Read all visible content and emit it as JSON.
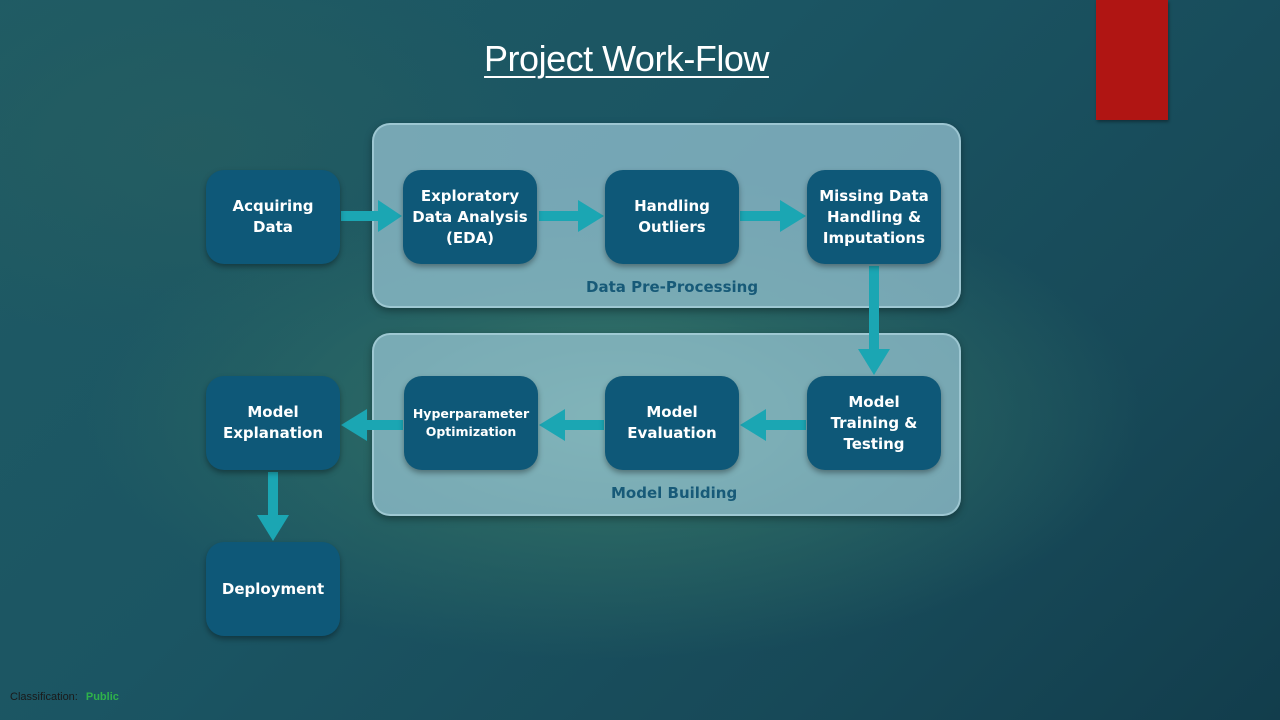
{
  "slide": {
    "title": "Project Work-Flow"
  },
  "groups": {
    "preprocessing": "Data Pre-Processing",
    "model_building": "Model Building"
  },
  "steps": {
    "acquiring": "Acquiring\nData",
    "eda": "Exploratory\nData Analysis\n(EDA)",
    "outliers": "Handling\nOutliers",
    "missing": "Missing Data\nHandling &\nImputations",
    "training": "Model\nTraining &\nTesting",
    "evaluation": "Model\nEvaluation",
    "hyperparameter": "Hyperparameter\nOptimization",
    "explanation": "Model\nExplanation",
    "deployment": "Deployment"
  },
  "footer": {
    "label": "Classification:",
    "value": "Public"
  },
  "colors": {
    "node": "#0e5878",
    "arrow": "#1ba6b3",
    "accent": "#b01513",
    "public": "#2fb24a"
  }
}
